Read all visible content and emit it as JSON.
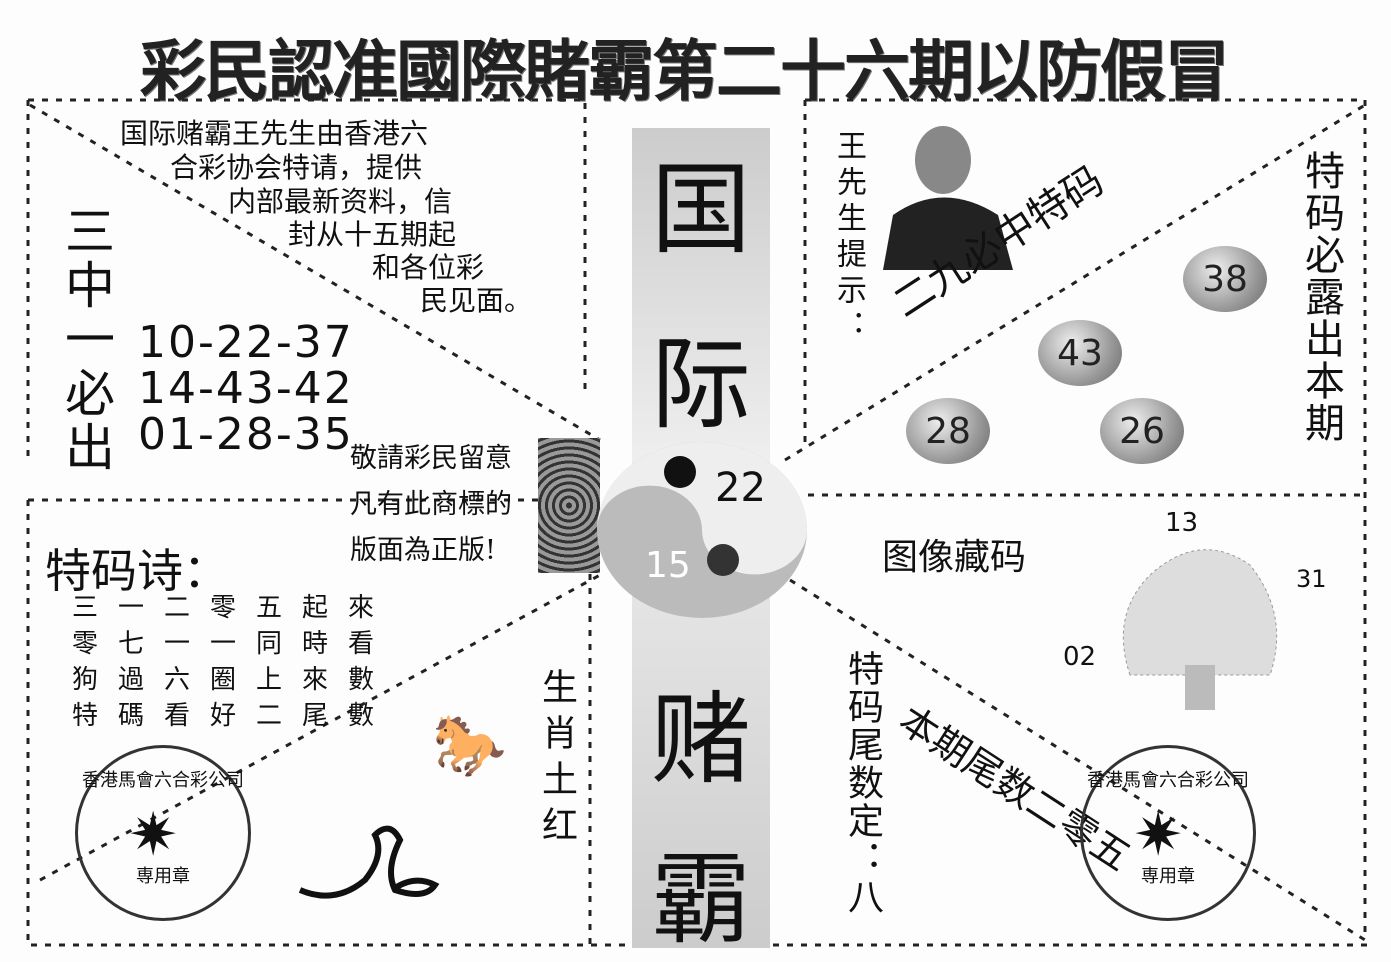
{
  "title": "彩民認准國際賭霸第二十六期以防假冒",
  "intro_lines": [
    "国际赌霸王先生由香港六",
    "合彩协会特请，提供",
    "内部最新资料，信",
    "封从十五期起",
    "和各位彩",
    "民见面。"
  ],
  "three_in_one": {
    "label": "三中一必出",
    "rows": [
      "10-22-37",
      "14-43-42",
      "01-28-35"
    ]
  },
  "center_title": [
    "国",
    "际",
    "赌",
    "霸"
  ],
  "notice": [
    "敬請彩民留意",
    "凡有此商標的",
    "版面為正版!"
  ],
  "yinyang_numbers": [
    "22",
    "15"
  ],
  "mr_wang_hint": "王先生提示：",
  "diagonal_top": "二九必中特码",
  "balls": [
    "38",
    "43",
    "28",
    "26"
  ],
  "special_reveal": "特码必露出本期",
  "image_code": {
    "label": "图像藏码",
    "numbers": [
      "13",
      "31",
      "02"
    ]
  },
  "tail_fixed": "特码尾数定：八",
  "tail_diagonal": "本期尾数二零五",
  "poem": {
    "title": "特码诗：",
    "lines": [
      "三一二零五起來",
      "零七一一同時看",
      "狗過六圈上來數",
      "特碼看好二尾數"
    ]
  },
  "zodiac": "生肖土红",
  "stamp": {
    "top": "香港馬會六合彩公司",
    "bottom": "専用章"
  }
}
